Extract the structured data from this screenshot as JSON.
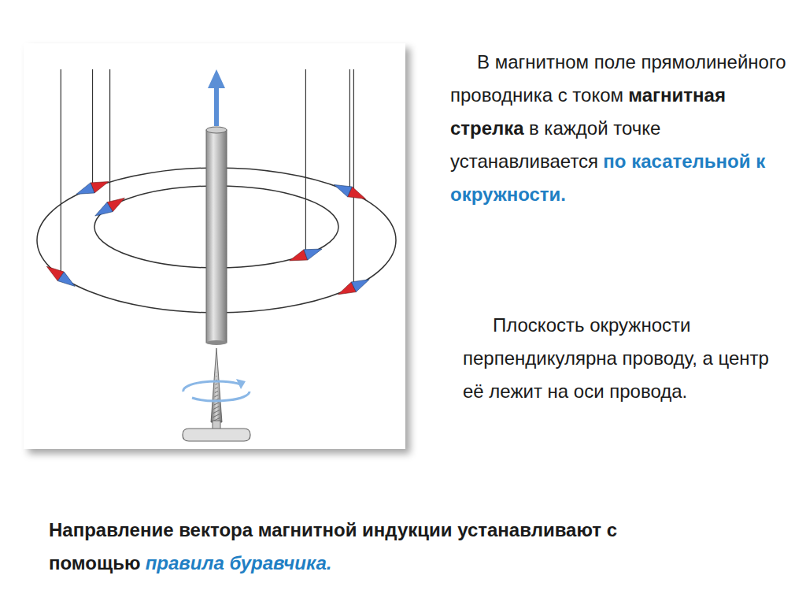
{
  "diagram": {
    "labels": [
      "В магнитном поле прямолинейного проводника с током",
      "магнитная стрелка",
      "в каждой точке устанавливается",
      "по касательной к окружности.",
      "Плоскость окружности перпендикулярна проводу, а центр её лежит на оси провода.",
      "Направление вектора магнитной индукции устанавливают с помощью",
      "правила буравчика."
    ]
  }
}
